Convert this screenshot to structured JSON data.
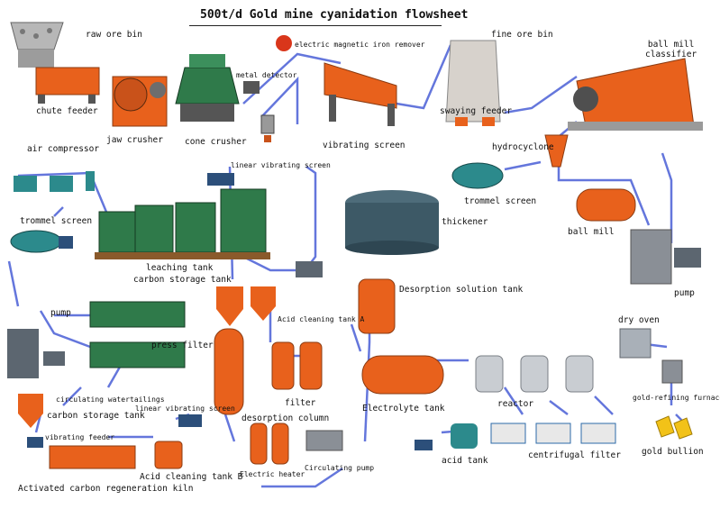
{
  "title": "500t/d Gold mine cyanidation flowsheet",
  "labels": {
    "raw_ore_bin": "raw ore bin",
    "chute_feeder": "chute feeder",
    "jaw_crusher": "jaw crusher",
    "cone_crusher": "cone crusher",
    "metal_detector": "metal detector",
    "electric_magnetic_iron_remover": "electric magnetic iron remover",
    "vibrating_screen": "vibrating screen",
    "fine_ore_bin": "fine ore bin",
    "swaying_feeder": "swaying feeder",
    "ball_mill_classifier": "ball mill\nclassifier",
    "air_compressor": "air compressor",
    "hydrocyclone": "hydrocyclone",
    "linear_vibrating_screen_top": "linear vibrating screen",
    "trommel_screen_right": "trommel screen",
    "thickener": "thickener",
    "ball_mill": "ball mill",
    "trommel_screen_left": "trommel screen",
    "leaching_tank": "leaching tank",
    "carbon_storage_tank_top": "carbon storage tank",
    "pump_right": "pump",
    "desorption_solution_tank": "Desorption solution tank",
    "pump_left": "pump",
    "press_filter": "press filter",
    "acid_cleaning_tank_a": "Acid cleaning tank A",
    "dry_oven": "dry oven",
    "circulating_water": "circulating water",
    "tailings": "tailings",
    "carbon_storage_tank_bottom": "carbon storage tank",
    "linear_vibrating_screen_bottom": "linear vibrating screen",
    "filter": "filter",
    "electrolyte_tank": "Electrolyte tank",
    "reactor": "reactor",
    "gold_refining_furnace": "gold-refining furnace",
    "desorption_column": "desorption column",
    "vibrating_feeder": "vibrating feeder",
    "gold_bullion": "gold bullion",
    "acid_tank": "acid tank",
    "centrifugal_filter": "centrifugal filter",
    "acid_cleaning_tank_b": "Acid cleaning tank B",
    "electric_heater": "Electric heater",
    "circulating_pump": "Circulating pump",
    "activated_carbon_regeneration_kiln": "Activated carbon regeneration kiln"
  },
  "colors": {
    "flow_line": "#4a5fd6",
    "equipment_orange": "#e8611c",
    "equipment_green": "#2f7a4a",
    "equipment_teal": "#2c8a8c",
    "equipment_gray": "#8a8f96"
  }
}
